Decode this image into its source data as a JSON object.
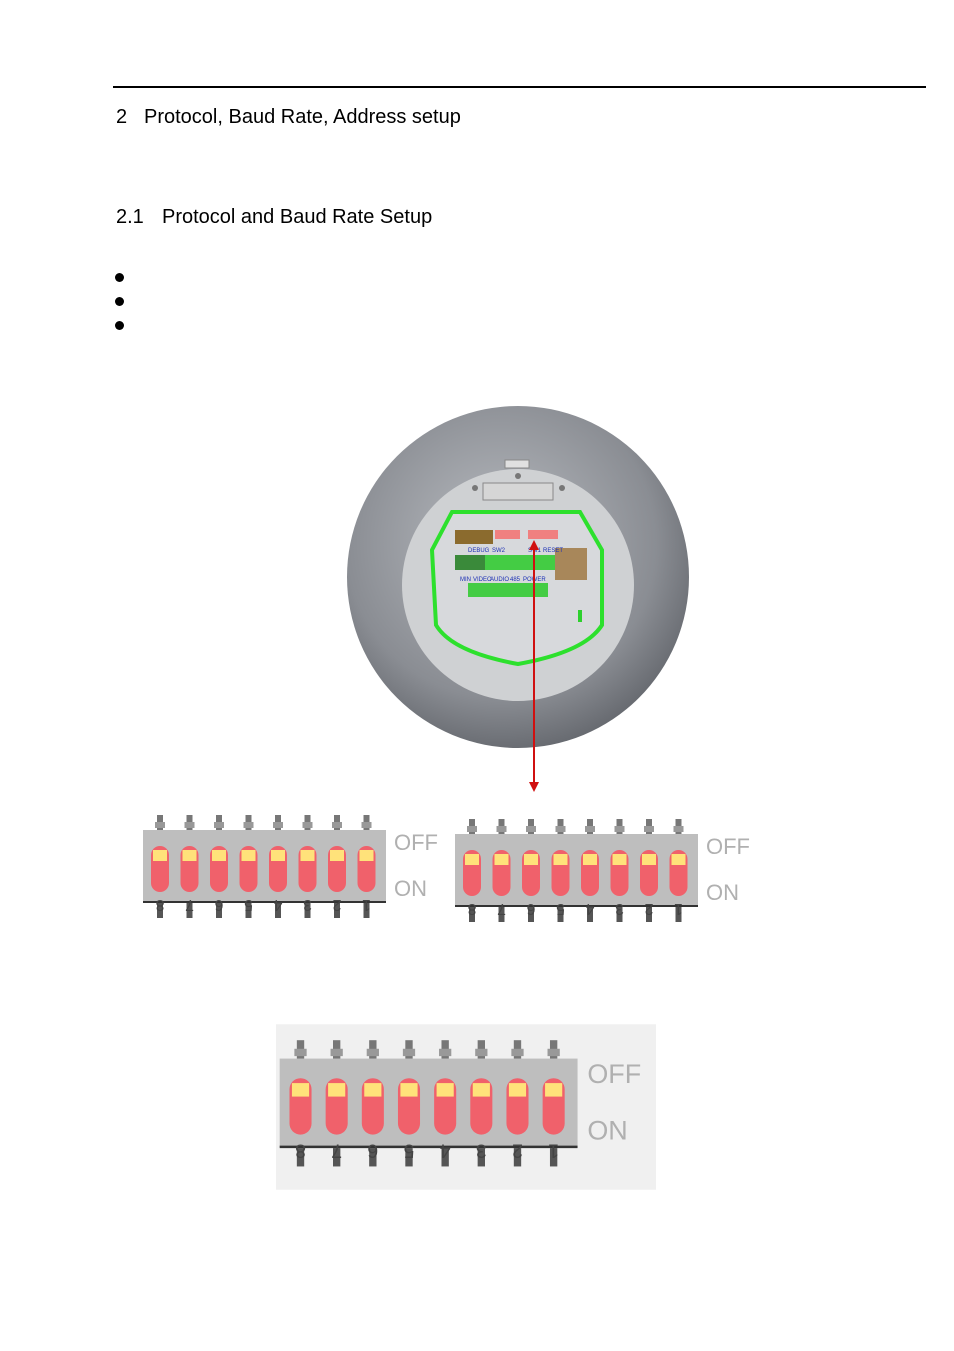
{
  "section": {
    "number": "2",
    "title": "Protocol, Baud Rate, Address setup"
  },
  "subsection": {
    "number": "2.1",
    "title": "Protocol and Baud Rate Setup"
  },
  "bullets": [
    "",
    "",
    ""
  ],
  "camera_board": {
    "labels": [
      "DEBUG",
      "SW2",
      "SW1",
      "RESET",
      "MIN",
      "VIDEO",
      "AUDIO",
      "485",
      "POWER"
    ]
  },
  "dip_switch": {
    "off_label": "OFF",
    "on_label": "ON",
    "numbers": [
      "8",
      "7",
      "6",
      "5",
      "4",
      "3",
      "2",
      "1"
    ]
  },
  "colors": {
    "switch_body": "#bebebe",
    "switch_slot": "#f0616b",
    "switch_knob": "#ffe27a",
    "board_outline": "#2de02d",
    "arrow": "#d01010",
    "dome": "#8a8d93"
  }
}
